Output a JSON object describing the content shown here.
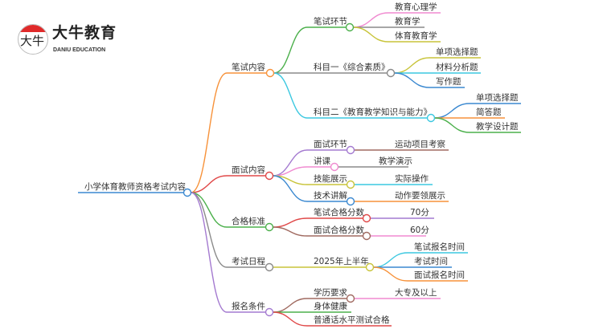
{
  "logo": {
    "name": "大牛教育",
    "subtitle": "DANIU EDUCATION",
    "mark": "大牛"
  },
  "mindmap": {
    "label": "小学体育教师资格考试内容",
    "color": "#3a88d0",
    "children": [
      {
        "label": "笔试内容",
        "color": "#f7923a",
        "children": [
          {
            "label": "笔试环节",
            "color": "#4cb04c",
            "children": [
              {
                "label": "教育心理学",
                "color": "#f08ad0"
              },
              {
                "label": "教育学",
                "color": "#8a8a8a"
              },
              {
                "label": "体育教育学",
                "color": "#c8c43a"
              }
            ]
          },
          {
            "label": "科目一《综合素质》",
            "color": "#8a8a8a",
            "children": [
              {
                "label": "单项选择题",
                "color": "#c8c43a"
              },
              {
                "label": "材料分析题",
                "color": "#3cc8e0"
              },
              {
                "label": "写作题",
                "color": "#3a88d0"
              }
            ]
          },
          {
            "label": "科目二《教育教学知识与能力》",
            "color": "#3cc8e0",
            "children": [
              {
                "label": "单项选择题",
                "color": "#3a88d0"
              },
              {
                "label": "简答题",
                "color": "#f7923a"
              },
              {
                "label": "教学设计题",
                "color": "#4cb04c"
              }
            ]
          }
        ]
      },
      {
        "label": "面试内容",
        "color": "#e04848",
        "children": [
          {
            "label": "面试环节",
            "color": "#a47ad0",
            "children": [
              {
                "label": "运动项目考察",
                "color": "#a06a60"
              }
            ]
          },
          {
            "label": "讲课",
            "color": "#f08ad0",
            "children": [
              {
                "label": "教学演示",
                "color": "#8a8a8a"
              }
            ]
          },
          {
            "label": "技能展示",
            "color": "#c8c43a",
            "children": [
              {
                "label": "实际操作",
                "color": "#3cc8e0"
              }
            ]
          },
          {
            "label": "技术讲解",
            "color": "#3a88d0",
            "children": [
              {
                "label": "动作要领展示",
                "color": "#f7923a"
              }
            ]
          }
        ]
      },
      {
        "label": "合格标准",
        "color": "#4cb04c",
        "children": [
          {
            "label": "笔试合格分数",
            "color": "#e04848",
            "children": [
              {
                "label": "70分",
                "color": "#a47ad0"
              }
            ]
          },
          {
            "label": "面试合格分数",
            "color": "#a06a60",
            "children": [
              {
                "label": "60分",
                "color": "#f08ad0"
              }
            ]
          }
        ]
      },
      {
        "label": "考试日程",
        "color": "#8a8a8a",
        "children": [
          {
            "label": "2025年上半年",
            "color": "#c8c43a",
            "children": [
              {
                "label": "笔试报名时间",
                "color": "#3cc8e0"
              },
              {
                "label": "考试时间",
                "color": "#3a88d0"
              },
              {
                "label": "面试报名时间",
                "color": "#f7923a"
              }
            ]
          }
        ]
      },
      {
        "label": "报名条件",
        "color": "#a47ad0",
        "children": [
          {
            "label": "学历要求",
            "color": "#a06a60",
            "children": [
              {
                "label": "大专及以上",
                "color": "#f08ad0"
              }
            ]
          },
          {
            "label": "身体健康",
            "color": "#4cb04c"
          },
          {
            "label": "普通话水平测试合格",
            "color": "#e04848"
          }
        ]
      }
    ]
  }
}
